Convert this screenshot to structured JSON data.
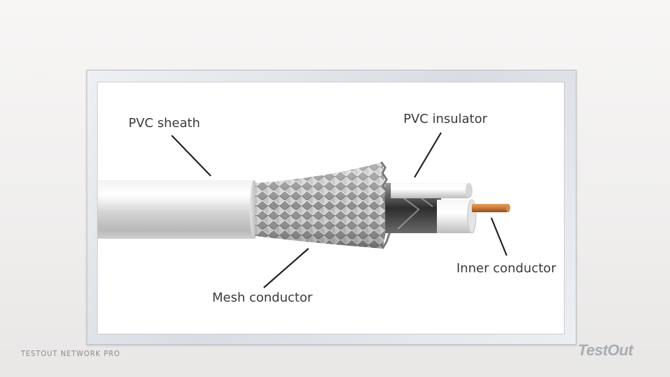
{
  "diagram": {
    "labels": {
      "pvc_sheath": "PVC sheath",
      "pvc_insulator": "PVC insulator",
      "mesh_conductor": "Mesh conductor",
      "inner_conductor": "Inner conductor"
    }
  },
  "footer": {
    "course": "TESTOUT NETWORK PRO",
    "logo": "TestOut"
  },
  "colors": {
    "sheath": "#d9d9d9",
    "mesh": "#a8a8a8",
    "insulator": "#eeeeee",
    "copper": "#c8793a"
  },
  "icons": [
    "coaxial-cable-illustration"
  ]
}
